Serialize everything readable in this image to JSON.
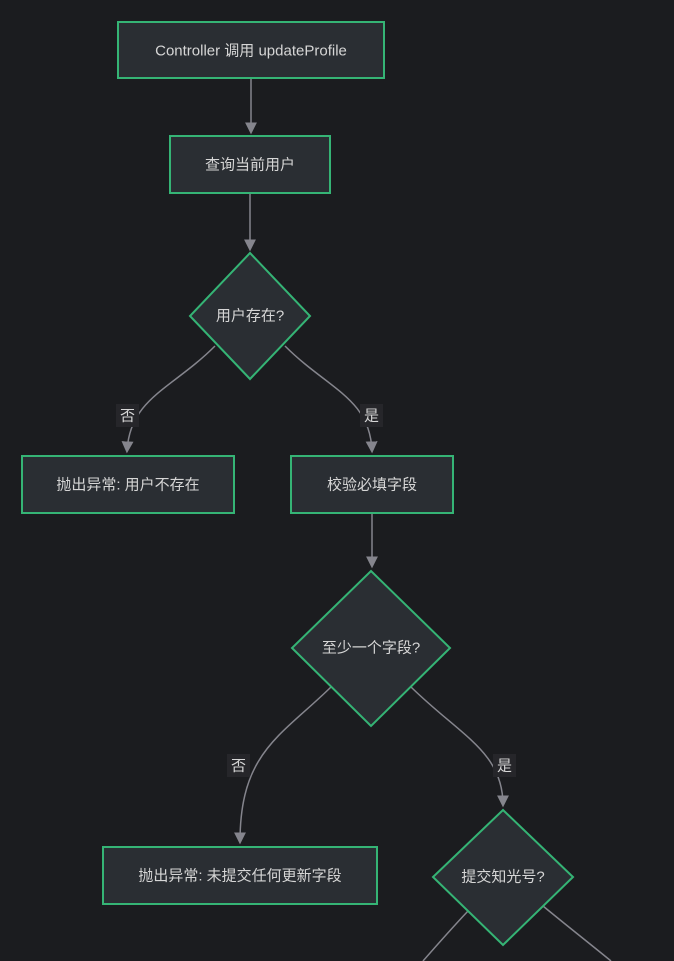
{
  "flowchart": {
    "type": "flowchart-top-down",
    "nodes": {
      "controller_call": {
        "shape": "rect",
        "label": "Controller 调用 updateProfile"
      },
      "query_user": {
        "shape": "rect",
        "label": "查询当前用户"
      },
      "user_exists": {
        "shape": "diamond",
        "label": "用户存在?"
      },
      "throw_not_exist": {
        "shape": "rect",
        "label": "抛出异常: 用户不存在"
      },
      "validate_fields": {
        "shape": "rect",
        "label": "校验必填字段"
      },
      "at_least_one": {
        "shape": "diamond",
        "label": "至少一个字段?"
      },
      "throw_no_fields": {
        "shape": "rect",
        "label": "抛出异常: 未提交任何更新字段"
      },
      "submit_zhiguang": {
        "shape": "diamond",
        "label": "提交知光号?"
      }
    },
    "edge_labels": {
      "user_exists_no": "否",
      "user_exists_yes": "是",
      "at_least_one_no": "否",
      "at_least_one_yes": "是"
    },
    "colors": {
      "background": "#1b1c1f",
      "node_fill": "#2a2e33",
      "node_border": "#35b475",
      "edge": "#85858d",
      "text": "#d6d6d6",
      "edge_label_bg": "#26262a"
    }
  }
}
